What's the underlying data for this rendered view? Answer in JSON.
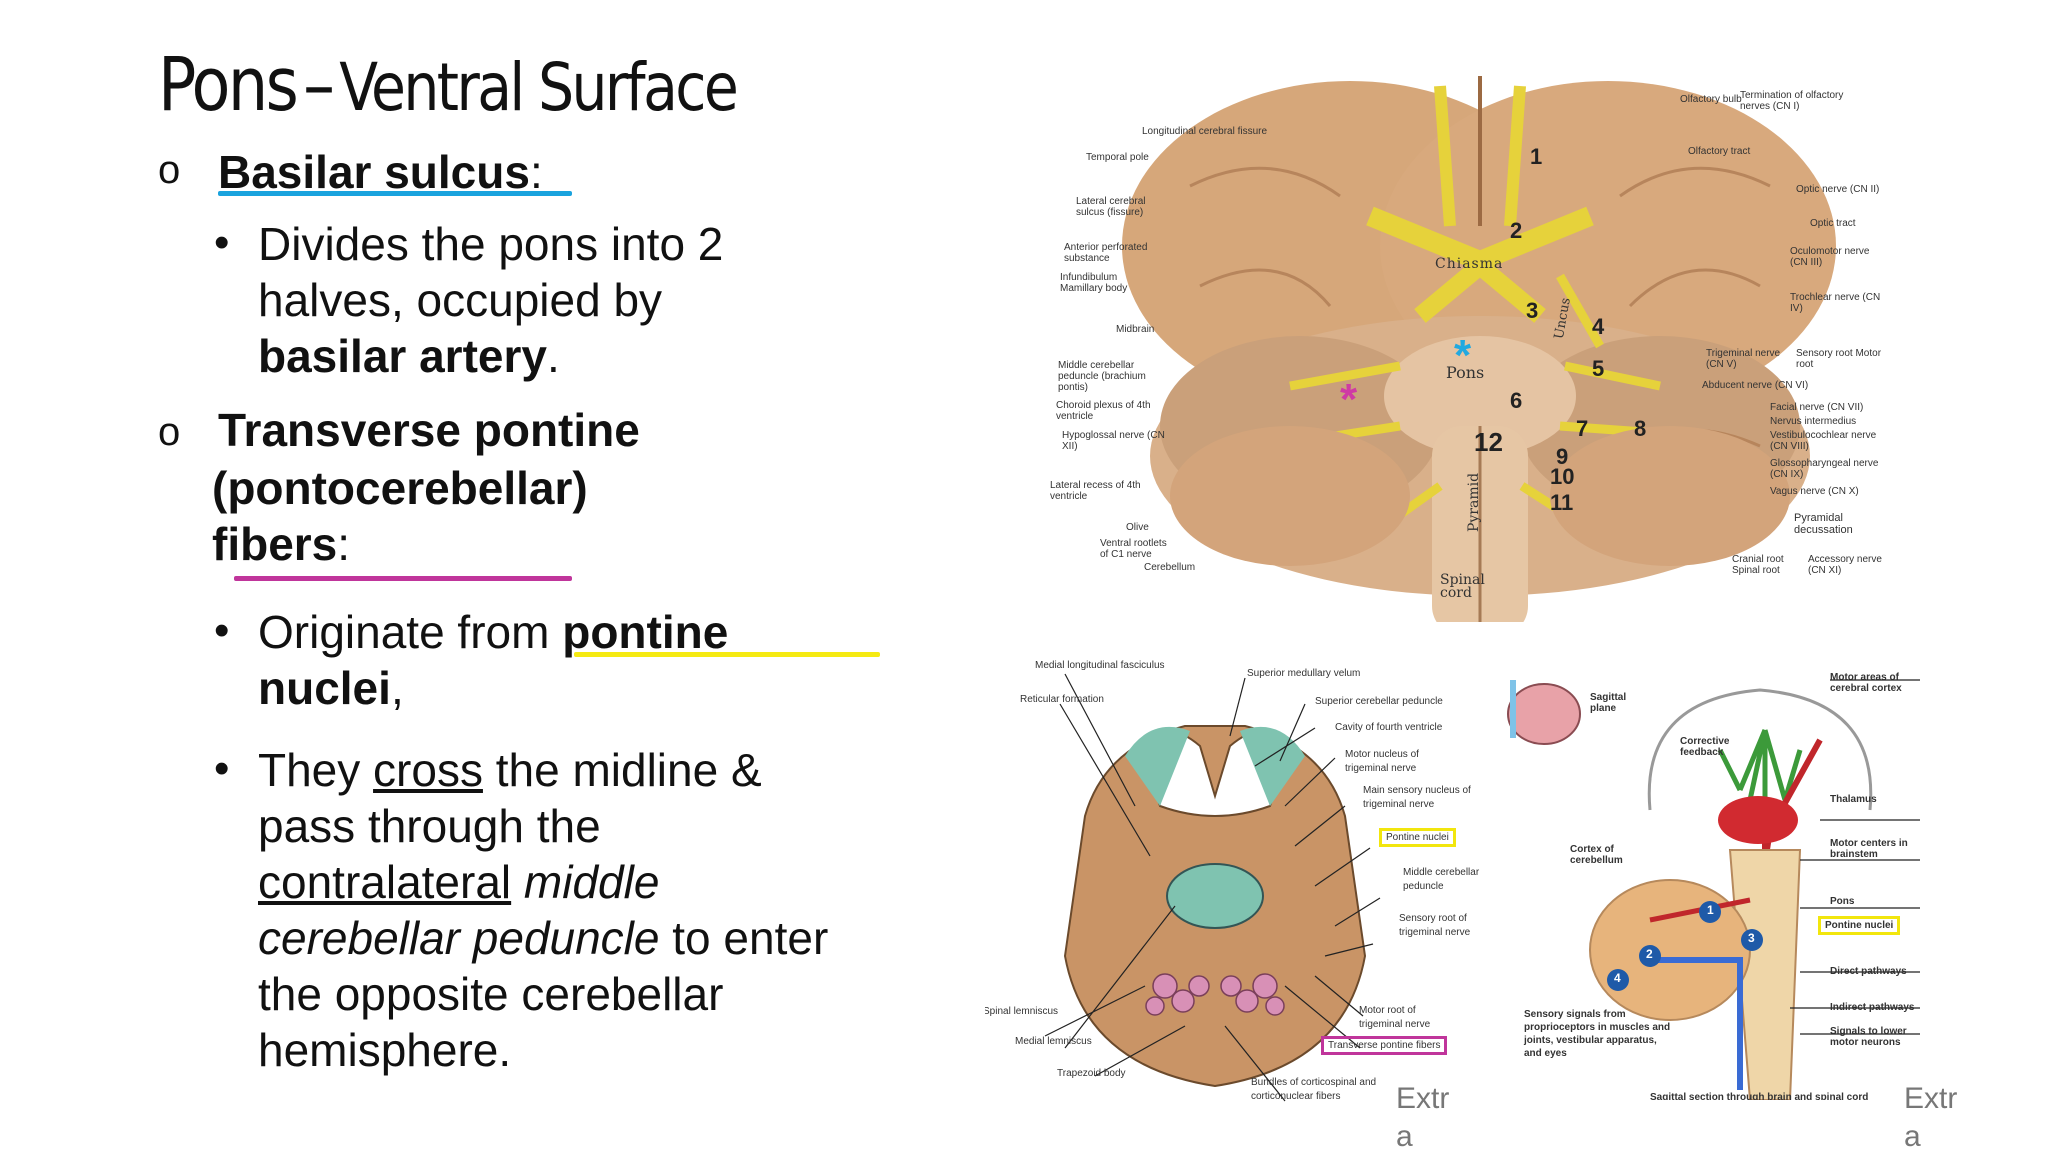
{
  "slide": {
    "title_main": "Pons",
    "title_dash": "–",
    "title_sub": "Ventral Surface",
    "section1": {
      "bullet": "o",
      "heading": "Basilar sulcus",
      "colon": ":",
      "point1_a": "Divides the pons into 2",
      "point1_b": "halves,  occupied by",
      "point1_c": "basilar artery",
      "point1_d": "."
    },
    "section2": {
      "bullet": "o",
      "heading_a": "Transverse pontine",
      "heading_b": "(pontocerebellar)",
      "heading_c": "fibers",
      "colon": ":",
      "point1_a": "Originate from",
      "point1_b": "pontine",
      "point1_c": "nuclei",
      "point1_d": ",",
      "point2_a": "They",
      "point2_b": "cross",
      "point2_c": "the midline &",
      "point2_d": "pass  through the",
      "point2_e": "contralateral",
      "point2_f": "middle",
      "point2_g": "cerebellar peduncle",
      "point2_h": "to enter",
      "point2_i": "the  opposite cerebellar",
      "point2_j": "hemisphere."
    },
    "dot": "•",
    "extra_label_1a": "Extr",
    "extra_label_1b": "a",
    "extra_label_2a": "Extr",
    "extra_label_2b": "a",
    "colors": {
      "blue_underline": "#1aa3de",
      "magenta_underline": "#c0359b",
      "yellow_underline": "#f5ea12"
    }
  },
  "figure_brainstem": {
    "chiasma": "Chiasma",
    "pons": "Pons",
    "pyramid": "Pyramid",
    "uncus": "Uncus",
    "spinal_cord": "Spinal cord",
    "numbers": [
      "1",
      "2",
      "3",
      "4",
      "5",
      "6",
      "7",
      "8",
      "9",
      "10",
      "11",
      "12"
    ],
    "star": "*",
    "left_labels": [
      "Longitudinal cerebral fissure",
      "Temporal pole",
      "Lateral cerebral sulcus (fissure)",
      "Anterior perforated substance",
      "Infundibulum Mamillary body",
      "Midbrain",
      "Middle cerebellar peduncle (brachium pontis)",
      "Choroid plexus of 4th ventricle",
      "Hypoglossal nerve (CN XII)",
      "Lateral recess of 4th ventricle",
      "Olive",
      "Ventral rootlets of C1 nerve",
      "Cerebellum"
    ],
    "right_labels": [
      "Olfactory bulb",
      "Termination of olfactory nerves (CN I)",
      "Olfactory tract",
      "Optic nerve (CN II)",
      "Optic tract",
      "Oculomotor nerve (CN III)",
      "Trochlear nerve (CN IV)",
      "Trigeminal nerve (CN V)",
      "Sensory root Motor root",
      "Abducent nerve (CN VI)",
      "Facial nerve (CN VII)",
      "Nervus intermedius",
      "Vestibulocochlear nerve (CN VIII)",
      "Glossopharyngeal nerve (CN IX)",
      "Vagus nerve (CN X)",
      "Pyramidal decussation",
      "Cranial root Spinal root",
      "Accessory nerve (CN XI)"
    ]
  },
  "figure_section": {
    "labels_left": [
      "Medial longitudinal fasciculus",
      "Reticular formation",
      "Spinal lemniscus",
      "Medial lemniscus",
      "Trapezoid body"
    ],
    "labels_right": [
      "Superior medullary velum",
      "Superior cerebellar peduncle",
      "Cavity of fourth ventricle",
      "Motor nucleus of trigeminal nerve",
      "Main sensory nucleus of trigeminal nerve",
      "Pontine nuclei",
      "Middle cerebellar peduncle",
      "Sensory root of trigeminal nerve",
      "Motor root of trigeminal nerve",
      "Transverse pontine fibers",
      "Bundles of corticospinal and corticonuclear fibers"
    ]
  },
  "figure_pathway": {
    "labels_left": [
      "Sagittal plane",
      "Corrective feedback",
      "Cortex of cerebellum",
      "Sensory signals from proprioceptors in muscles and joints, vestibular apparatus, and eyes"
    ],
    "labels_right": [
      "Motor areas of cerebral cortex",
      "Thalamus",
      "Motor centers in brainstem",
      "Pons",
      "Pontine nuclei",
      "Direct pathways",
      "Indirect pathways",
      "Signals to lower motor neurons"
    ],
    "caption": "Sagittal section through brain and spinal cord",
    "circle_numbers": [
      "1",
      "2",
      "3",
      "4"
    ]
  }
}
